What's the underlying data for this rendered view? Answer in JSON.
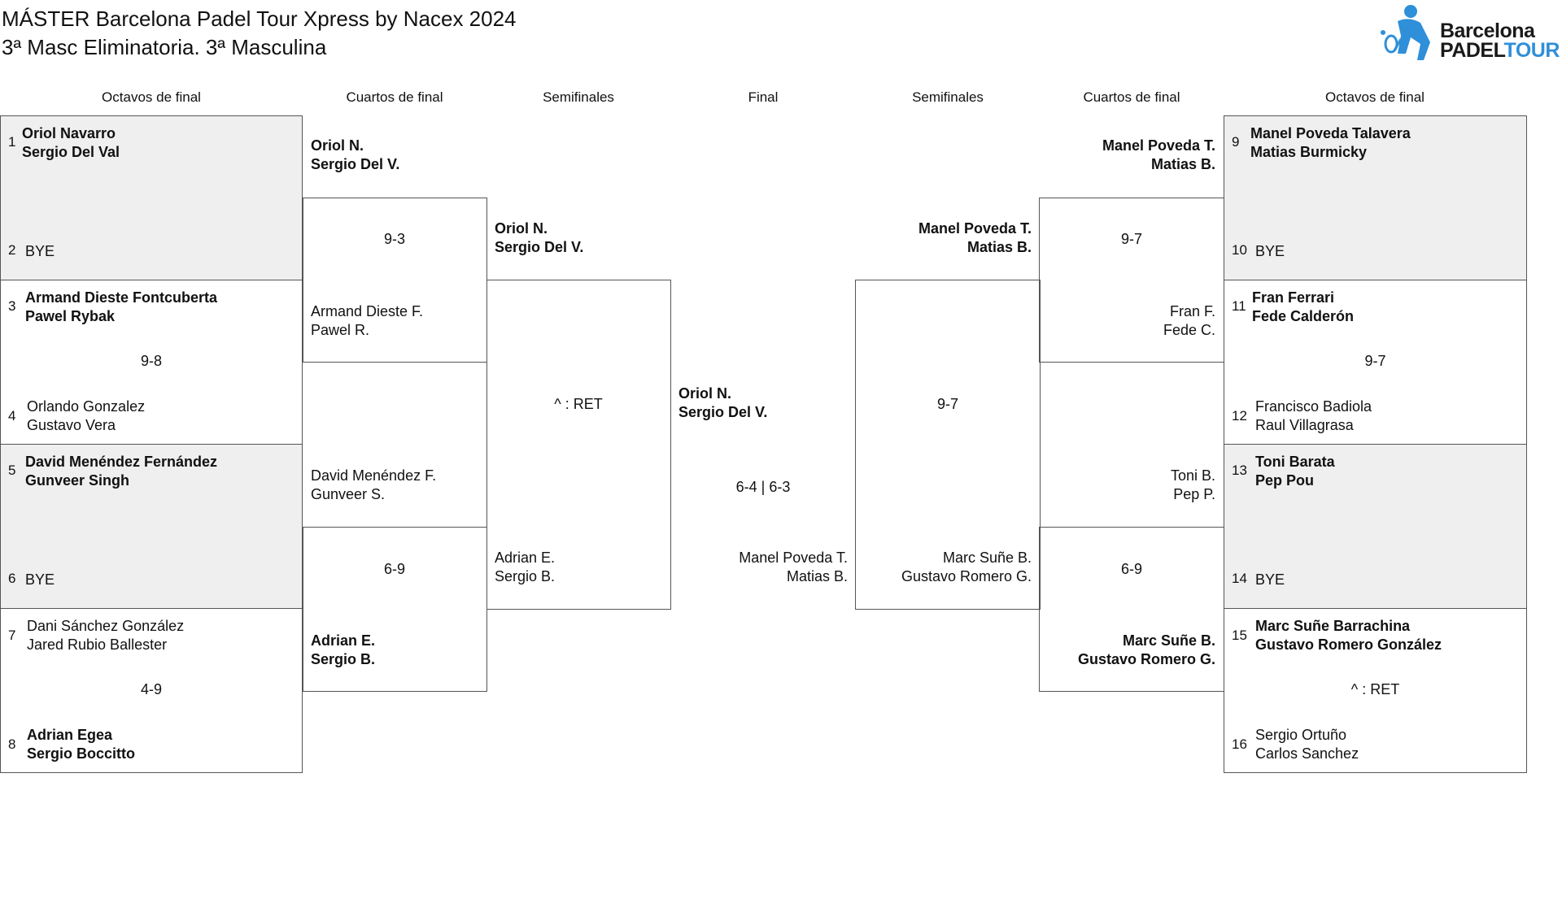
{
  "header": {
    "title": "MÁSTER Barcelona Padel Tour Xpress by Nacex 2024",
    "subtitle": "3ª Masc Eliminatoria. 3ª Masculina",
    "logo_text_1": "Barcelona",
    "logo_text_2a": "PADEL",
    "logo_text_2b": "TOUR"
  },
  "rounds": {
    "left_r16": "Octavos de final",
    "left_qf": "Cuartos de final",
    "left_sf": "Semifinales",
    "final": "Final",
    "right_sf": "Semifinales",
    "right_qf": "Cuartos de final",
    "right_r16": "Octavos de final"
  },
  "left_r16": {
    "m1": {
      "s1": "1",
      "p1a": "Oriol Navarro",
      "p1b": "Sergio Del Val",
      "s2": "2",
      "p2a": "BYE",
      "score": ""
    },
    "m2": {
      "s1": "3",
      "p1a": "Armand Dieste Fontcuberta",
      "p1b": "Pawel Rybak",
      "s2": "4",
      "p2a": "Orlando Gonzalez",
      "p2b": "Gustavo Vera",
      "score": "9-8"
    },
    "m3": {
      "s1": "5",
      "p1a": "David Menéndez Fernández",
      "p1b": "Gunveer Singh",
      "s2": "6",
      "p2a": "BYE",
      "score": ""
    },
    "m4": {
      "s1": "7",
      "p1a": "Dani Sánchez González",
      "p1b": "Jared Rubio Ballester",
      "s2": "8",
      "p2a": "Adrian Egea",
      "p2b": "Sergio Boccitto",
      "score": "4-9"
    }
  },
  "left_qf": {
    "m1": {
      "t1a": "Oriol N.",
      "t1b": "Sergio Del V.",
      "t2a": "Armand Dieste F.",
      "t2b": "Pawel R.",
      "score": "9-3"
    },
    "m2": {
      "t1a": "David Menéndez F.",
      "t1b": "Gunveer S.",
      "t2a": "Adrian E.",
      "t2b": "Sergio B.",
      "score": "6-9"
    }
  },
  "left_sf": {
    "t1a": "Oriol N.",
    "t1b": "Sergio Del V.",
    "t2a": "Adrian E.",
    "t2b": "Sergio B.",
    "score": "^ : RET"
  },
  "final": {
    "t1a": "Oriol N.",
    "t1b": "Sergio Del V.",
    "t2a": "Manel Poveda T.",
    "t2b": "Matias B.",
    "score": "6-4 | 6-3"
  },
  "right_sf": {
    "t1a": "Manel Poveda T.",
    "t1b": "Matias B.",
    "t2a": "Marc Suñe B.",
    "t2b": "Gustavo Romero G.",
    "score": "9-7"
  },
  "right_qf": {
    "m1": {
      "t1a": "Manel Poveda T.",
      "t1b": "Matias B.",
      "t2a": "Fran F.",
      "t2b": "Fede C.",
      "score": "9-7"
    },
    "m2": {
      "t1a": "Toni B.",
      "t1b": "Pep P.",
      "t2a": "Marc Suñe B.",
      "t2b": "Gustavo Romero G.",
      "score": "6-9"
    }
  },
  "right_r16": {
    "m1": {
      "s1": "9",
      "p1a": "Manel Poveda Talavera",
      "p1b": "Matias Burmicky",
      "s2": "10",
      "p2a": "BYE",
      "score": ""
    },
    "m2": {
      "s1": "11",
      "p1a": "Fran Ferrari",
      "p1b": "Fede Calderón",
      "s2": "12",
      "p2a": "Francisco Badiola",
      "p2b": "Raul Villagrasa",
      "score": "9-7"
    },
    "m3": {
      "s1": "13",
      "p1a": "Toni Barata",
      "p1b": "Pep Pou",
      "s2": "14",
      "p2a": "BYE",
      "score": ""
    },
    "m4": {
      "s1": "15",
      "p1a": "Marc Suñe Barrachina",
      "p1b": "Gustavo Romero González",
      "s2": "16",
      "p2a": "Sergio Ortuño",
      "p2b": "Carlos Sanchez",
      "score": "^ : RET"
    }
  }
}
